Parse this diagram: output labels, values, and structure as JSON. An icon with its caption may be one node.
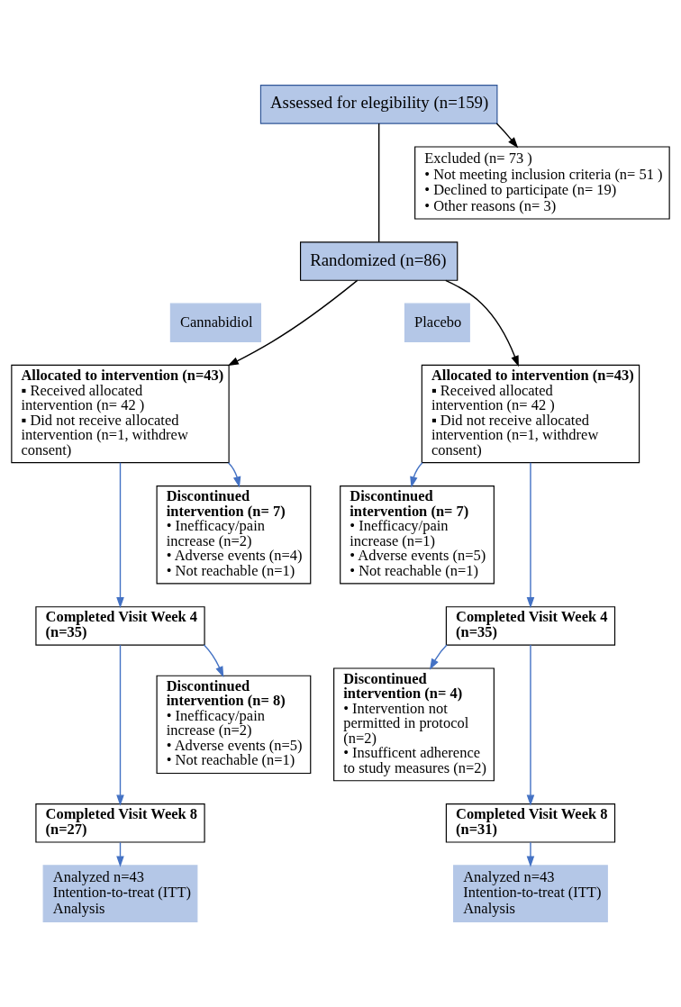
{
  "diagram": {
    "nodes": [
      {
        "text": [
          "Assessed for elegibility (n=159)"
        ]
      },
      {
        "text": [
          "Excluded (n= 73 )",
          "• Not meeting inclusion criteria (n= 51 )",
          "• Declined to participate (n= 19)",
          "• Other reasons (n= 3)"
        ]
      },
      {
        "text": [
          "Randomized (n=86)"
        ]
      },
      {
        "text": [
          "Cannabidiol"
        ]
      },
      {
        "text": [
          "Placebo"
        ]
      },
      {
        "text": [
          "Allocated to intervention (n=43)",
          "▪ Received allocated intervention (n= 42 )",
          "▪ Did not receive allocated intervention (n=1, withdrew consent)"
        ]
      },
      {
        "text": [
          "Allocated to intervention (n=43)",
          "▪ Received allocated intervention (n= 42 )",
          "▪ Did not receive allocated intervention (n=1, withdrew consent)"
        ]
      },
      {
        "text": [
          "Discontinued intervention (n= 7)",
          "• Inefficacy/pain increase (n=2)",
          "• Adverse events (n=4)",
          "• Not reachable (n=1)"
        ]
      },
      {
        "text": [
          "Discontinued intervention (n= 7)",
          "• Inefficacy/pain increase (n=1)",
          "• Adverse events (n=5)",
          "• Not reachable (n=1)"
        ]
      },
      {
        "text": [
          "Completed Visit Week 4 (n=35)"
        ]
      },
      {
        "text": [
          "Completed Visit Week 4 (n=35)"
        ]
      },
      {
        "text": [
          "Discontinued intervention (n= 8)",
          "• Inefficacy/pain increase (n=2)",
          "• Adverse events (n=5)",
          "• Not reachable (n=1)"
        ]
      },
      {
        "text": [
          "Discontinued intervention (n= 4)",
          "• Intervention not permitted in protocol (n=2)",
          "• Insufficent adherence to study measures (n=2)"
        ]
      },
      {
        "text": [
          "Completed Visit Week 8 (n=27)"
        ]
      },
      {
        "text": [
          "Completed Visit Week 8 (n=31)"
        ]
      },
      {
        "text": [
          "Analyzed n=43",
          "Intention-to-treat (ITT) Analysis"
        ]
      },
      {
        "text": [
          "Analyzed n=43",
          "Intention-to-treat (ITT) Analysis"
        ]
      }
    ],
    "edges": [
      {
        "from": 0,
        "to": 1,
        "arrow": "to",
        "color": "#000000"
      },
      {
        "from": 0,
        "to": 2,
        "arrow": "none",
        "color": "#000000"
      },
      {
        "from": 2,
        "to": 5,
        "arrow": "to",
        "color": "#000000"
      },
      {
        "from": 2,
        "to": 6,
        "arrow": "to",
        "color": "#000000"
      },
      {
        "from": 5,
        "to": 7,
        "arrow": "to"
      },
      {
        "from": 5,
        "to": 9,
        "arrow": "to"
      },
      {
        "from": 6,
        "to": 8,
        "arrow": "to"
      },
      {
        "from": 6,
        "to": 10,
        "arrow": "to"
      },
      {
        "from": 9,
        "to": 11,
        "arrow": "to"
      },
      {
        "from": 9,
        "to": 13,
        "arrow": "to"
      },
      {
        "from": 10,
        "to": 12,
        "arrow": "to"
      },
      {
        "from": 10,
        "to": 14,
        "arrow": "to"
      },
      {
        "from": 13,
        "to": 15,
        "arrow": "to"
      },
      {
        "from": 14,
        "to": 16,
        "arrow": "to"
      }
    ]
  }
}
